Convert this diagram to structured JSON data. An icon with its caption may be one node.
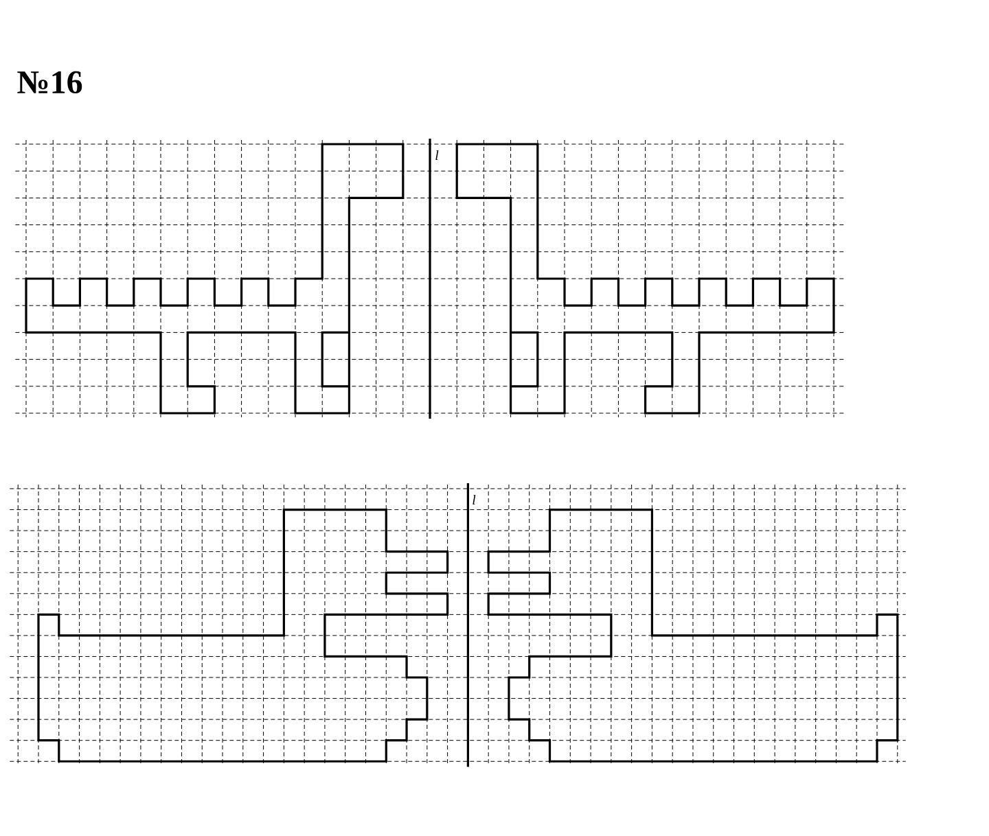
{
  "diagram": {
    "title": "№16",
    "labels": [
      "l",
      "l"
    ]
  }
}
